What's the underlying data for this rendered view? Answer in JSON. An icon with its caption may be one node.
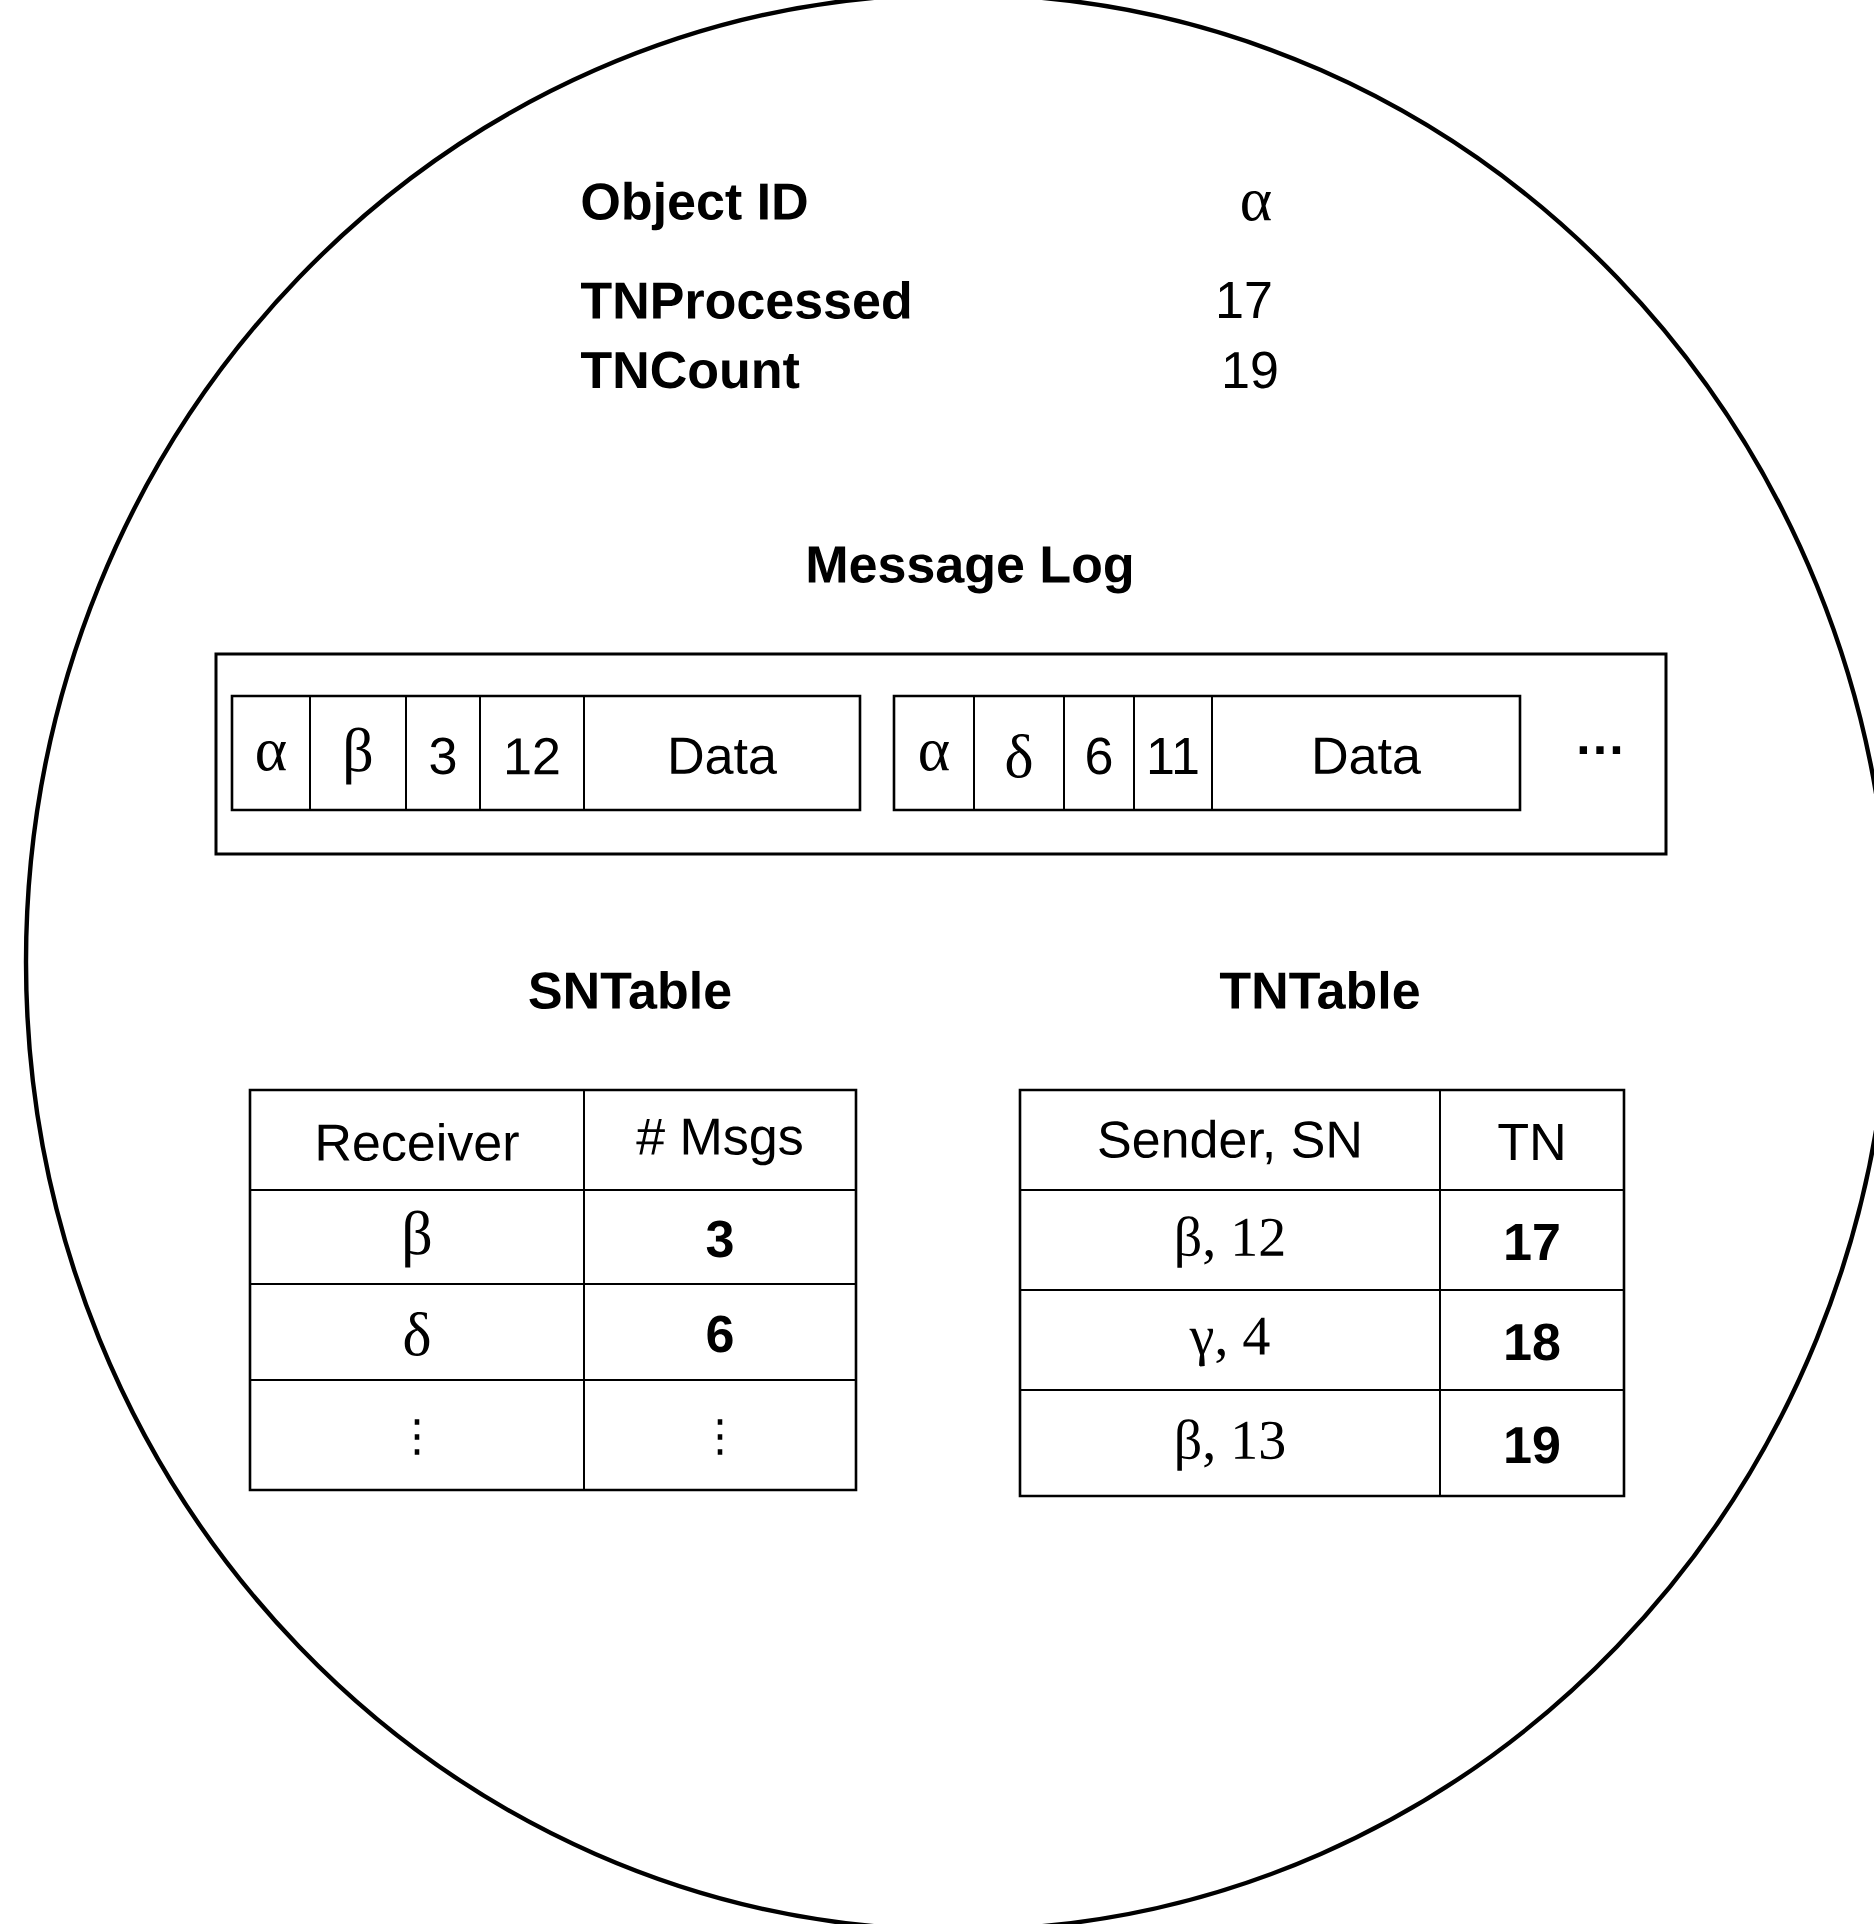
{
  "diagram": {
    "nodes": [
      {
        "text": [],
        "shape": "circle"
      },
      {
        "text": [
          "Message Log"
        ],
        "in": 0
      },
      {
        "text": [
          "α",
          "β",
          "3",
          "12",
          "Data"
        ],
        "in": 1
      },
      {
        "text": [
          "α",
          "δ",
          "6",
          "11",
          "Data"
        ],
        "in": 1
      },
      {
        "text": [
          "SNTable",
          "Receiver",
          "# Msgs",
          "β",
          "3",
          "δ",
          "6",
          "⋮",
          "⋮"
        ],
        "in": 0
      },
      {
        "text": [
          "TNTable",
          "Sender, SN",
          "TN",
          "β, 12",
          "17",
          "γ, 4",
          "18",
          "β, 13",
          "19"
        ],
        "in": 0
      }
    ],
    "labels": [
      "Object ID",
      "α",
      "TNProcessed",
      "17",
      "TNCount",
      "19",
      "…"
    ]
  }
}
